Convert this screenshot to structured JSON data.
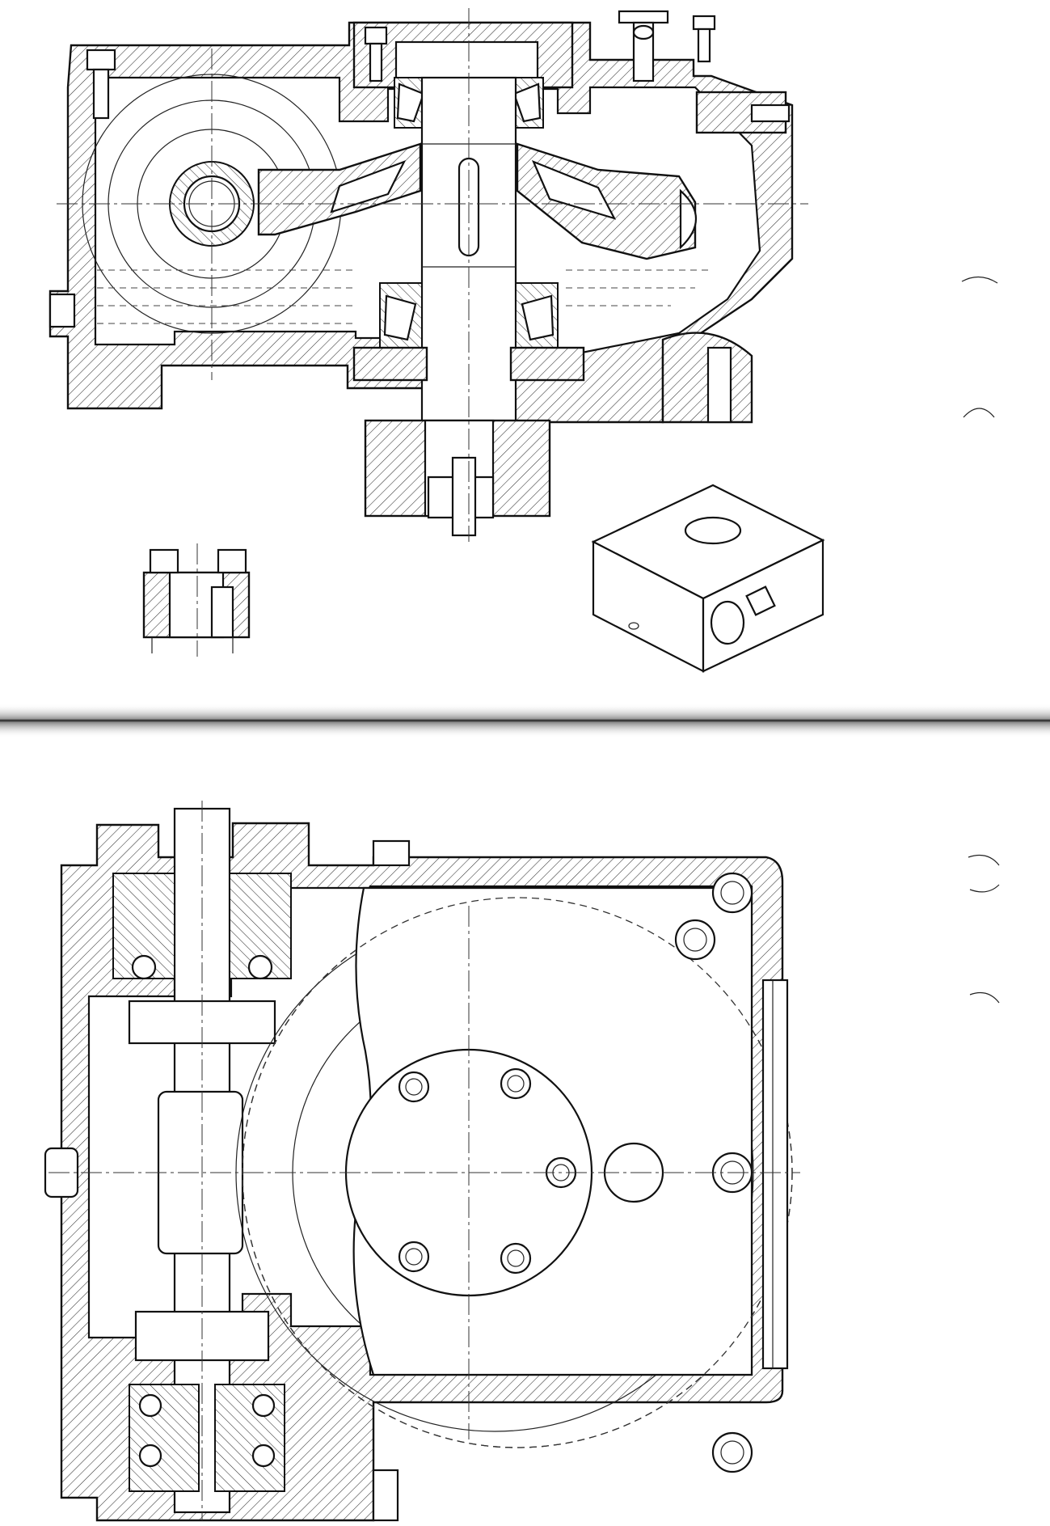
{
  "document": {
    "description_visible_text": [],
    "views": [
      {
        "id": "front-section",
        "kind": "sectional-view"
      },
      {
        "id": "detail-coupling",
        "kind": "detail-section"
      },
      {
        "id": "housing-isometric",
        "kind": "isometric-view"
      },
      {
        "id": "top-section",
        "kind": "plan-view-partial-section"
      }
    ]
  },
  "colors": {
    "paper": "#ffffff",
    "ink": "#111111",
    "fold_shadow": "#1e1e1e"
  }
}
